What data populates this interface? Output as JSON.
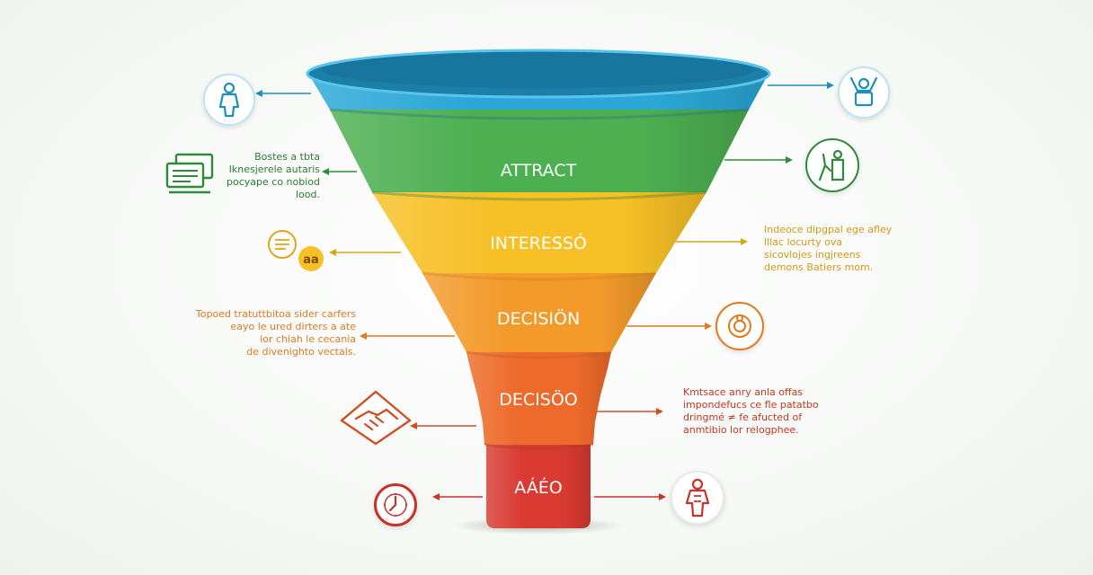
{
  "colors": {
    "blue": "#2aa7d6",
    "green": "#4caf50",
    "yellow": "#f6c026",
    "orange": "#f39a2b",
    "deep_orange": "#ee6a2a",
    "red": "#d93a32"
  },
  "stages": [
    {
      "label": ""
    },
    {
      "label": "ATTRACT"
    },
    {
      "label": "INTERESSÓ"
    },
    {
      "label": "DECISIÖN"
    },
    {
      "label": "DECISÖO"
    },
    {
      "label": "AÁÉO"
    }
  ],
  "notes": {
    "green": [
      "Bostes a tbta",
      "Iknesjerele autaris",
      "pocyape co nobiod",
      "lood."
    ],
    "yellow": [
      "Indeoce dipgpal ege afley",
      "lllac locurty ova",
      "sicovlojes ingjreens",
      "demons Batiers mom."
    ],
    "orange": [
      "Topoed tratuttbitoa sider carfers",
      "eayo le ured dirters a ate",
      "lor chiah le cecania",
      "de divenighto vectals."
    ],
    "deep_orange": [
      "Kmtsace anry anla offas",
      "impondefucs ce fle patatbo",
      "dringmé ≠ fe afucted of",
      "anmtibio lor relogphee."
    ]
  },
  "icons": {
    "top_left": "person-icon",
    "top_right": "person-raising-hands-icon",
    "green_left": "document-stack-icon",
    "green_right": "people-gesture-icon",
    "yellow_left": "chat-bubbles-icon",
    "orange_right": "target-badge-icon",
    "deep_orange_left": "handshake-icon",
    "bottom_left": "clock-icon",
    "bottom_right": "person-icon",
    "chat_text": "aa"
  }
}
